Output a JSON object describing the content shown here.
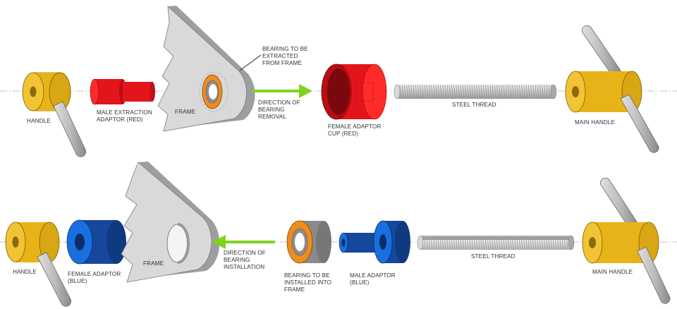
{
  "diagram": {
    "top_row": {
      "handle_label": "HANDLE",
      "male_adaptor_label": [
        "MALE EXTRACTION",
        "ADAPTOR (RED)"
      ],
      "frame_label": "FRAME",
      "bearing_label": [
        "BEARING TO BE",
        "EXTRACTED",
        "FROM FRAME"
      ],
      "direction_label": [
        "DIRECTION OF",
        "BEARING",
        "REMOVAL"
      ],
      "female_cup_label": [
        "FEMALE ADAPTOR",
        "CUP (RED)"
      ],
      "thread_label": "STEEL THREAD",
      "main_handle_label": "MAIN HANDLE"
    },
    "bottom_row": {
      "handle_label": "HANDLE",
      "female_adaptor_label": [
        "FEMALE ADAPTOR",
        "(BLUE)"
      ],
      "frame_label": "FRAME",
      "direction_label": [
        "DIRECTION OF",
        "BEARING",
        "INSTALLATION"
      ],
      "bearing_label": [
        "BEARING TO BE",
        "INSTALLED INTO",
        "FRAME"
      ],
      "male_adaptor_label": [
        "MALE ADAPTOR",
        "(BLUE)"
      ],
      "thread_label": "STEEL THREAD",
      "main_handle_label": "MAIN HANDLE"
    },
    "colors": {
      "handle": "#e8b318",
      "red_part": "#e4141c",
      "blue_part": "#1a5fd0",
      "bearing_orange": "#f08c1e",
      "arrow_green": "#7fd31f",
      "frame_gray": "#d9d9d9",
      "thread_gray": "#c8c8c8"
    }
  }
}
